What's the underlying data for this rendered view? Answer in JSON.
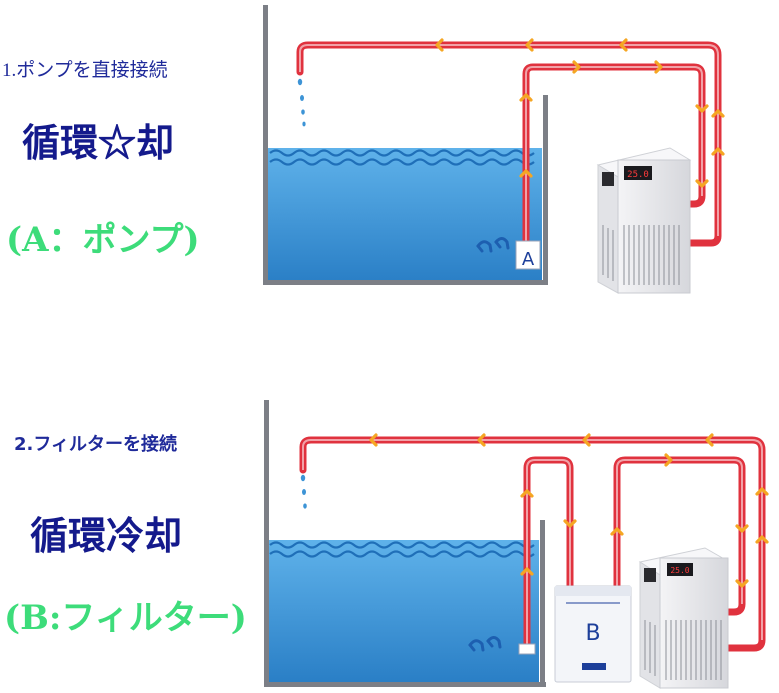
{
  "section_a": {
    "step": "1.ポンプを直接接続",
    "title": "循環☆却",
    "subtitle": "(A：ポンプ)",
    "label": "A"
  },
  "section_b": {
    "step": "2.フィルターを接続",
    "title": "循環冷却",
    "subtitle": "(B:フィルター)",
    "label": "B"
  },
  "colors": {
    "pipe": "#e0323e",
    "arrow": "#f5a623",
    "water": "#3d94d6",
    "text_dark": "#141a8c",
    "text_green": "#3ddc7a"
  }
}
